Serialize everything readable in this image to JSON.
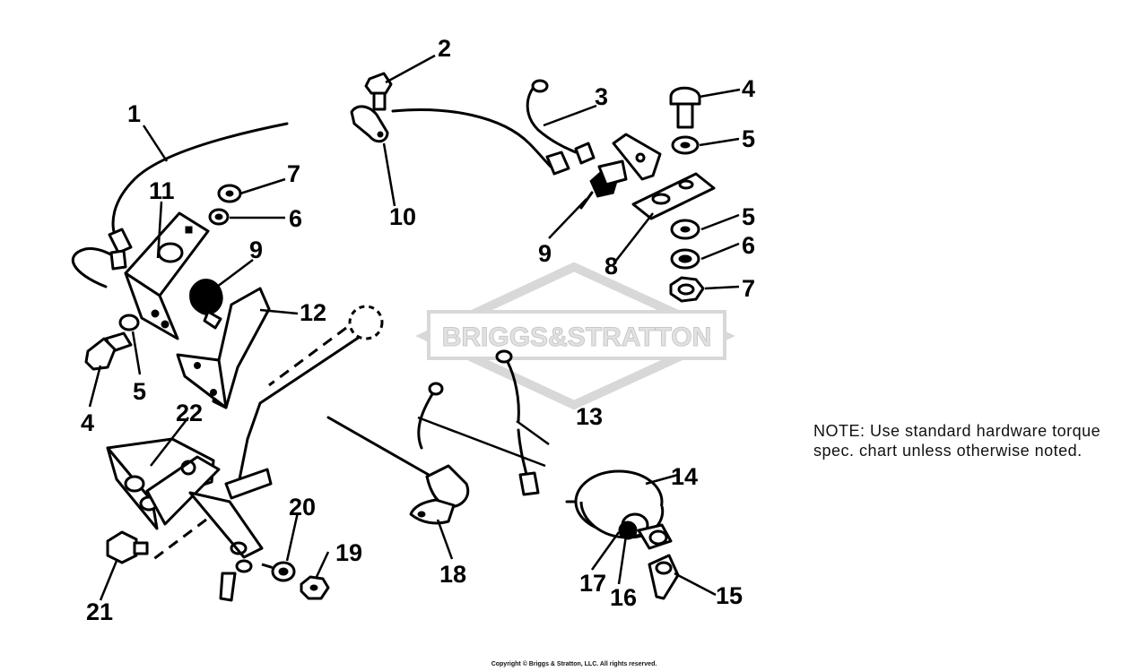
{
  "watermark": {
    "text": "BRIGGS&STRATTON"
  },
  "note": {
    "text": "NOTE: Use standard hardware torque spec. chart unless otherwise noted."
  },
  "copyright": {
    "text": "Copyright © Briggs & Stratton, LLC. All rights reserved."
  },
  "callouts": {
    "c1": "1",
    "c2": "2",
    "c3": "3",
    "c4a": "4",
    "c4b": "4",
    "c5a": "5",
    "c5b": "5",
    "c5c": "5",
    "c6a": "6",
    "c6b": "6",
    "c7a": "7",
    "c7b": "7",
    "c8": "8",
    "c9a": "9",
    "c9b": "9",
    "c10": "10",
    "c11": "11",
    "c12": "12",
    "c13": "13",
    "c14": "14",
    "c15": "15",
    "c16": "16",
    "c17": "17",
    "c18": "18",
    "c19": "19",
    "c20": "20",
    "c21": "21",
    "c22": "22"
  },
  "colors": {
    "ink": "#000000",
    "watermark": "#d0d0d0",
    "background": "#ffffff"
  }
}
